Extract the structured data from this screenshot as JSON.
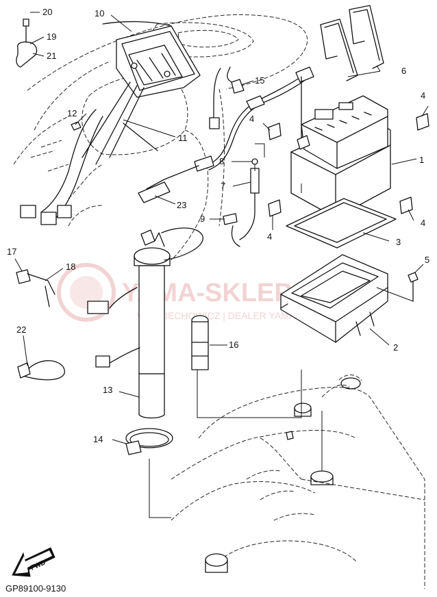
{
  "diagram_code": "GP89100-9130",
  "watermark": {
    "main": "YAMA-SKLEP.PL",
    "sub": "WOJCIECHOWICZ | DEALER YAMAHA"
  },
  "fwd_label": "FWD",
  "callouts": {
    "c1": "1",
    "c2": "2",
    "c3": "3",
    "c4a": "4",
    "c4b": "4",
    "c4c": "4",
    "c4d": "4",
    "c5": "5",
    "c6": "6",
    "c7": "7",
    "c8": "8",
    "c9": "9",
    "c10": "10",
    "c11": "11",
    "c12": "12",
    "c13": "13",
    "c14": "14",
    "c15": "15",
    "c16": "16",
    "c17": "17",
    "c18": "18",
    "c19": "19",
    "c20": "20",
    "c21": "21",
    "c22": "22",
    "c23": "23"
  },
  "colors": {
    "line": "#111111",
    "watermark": "#e8b0b0",
    "background": "#ffffff"
  }
}
